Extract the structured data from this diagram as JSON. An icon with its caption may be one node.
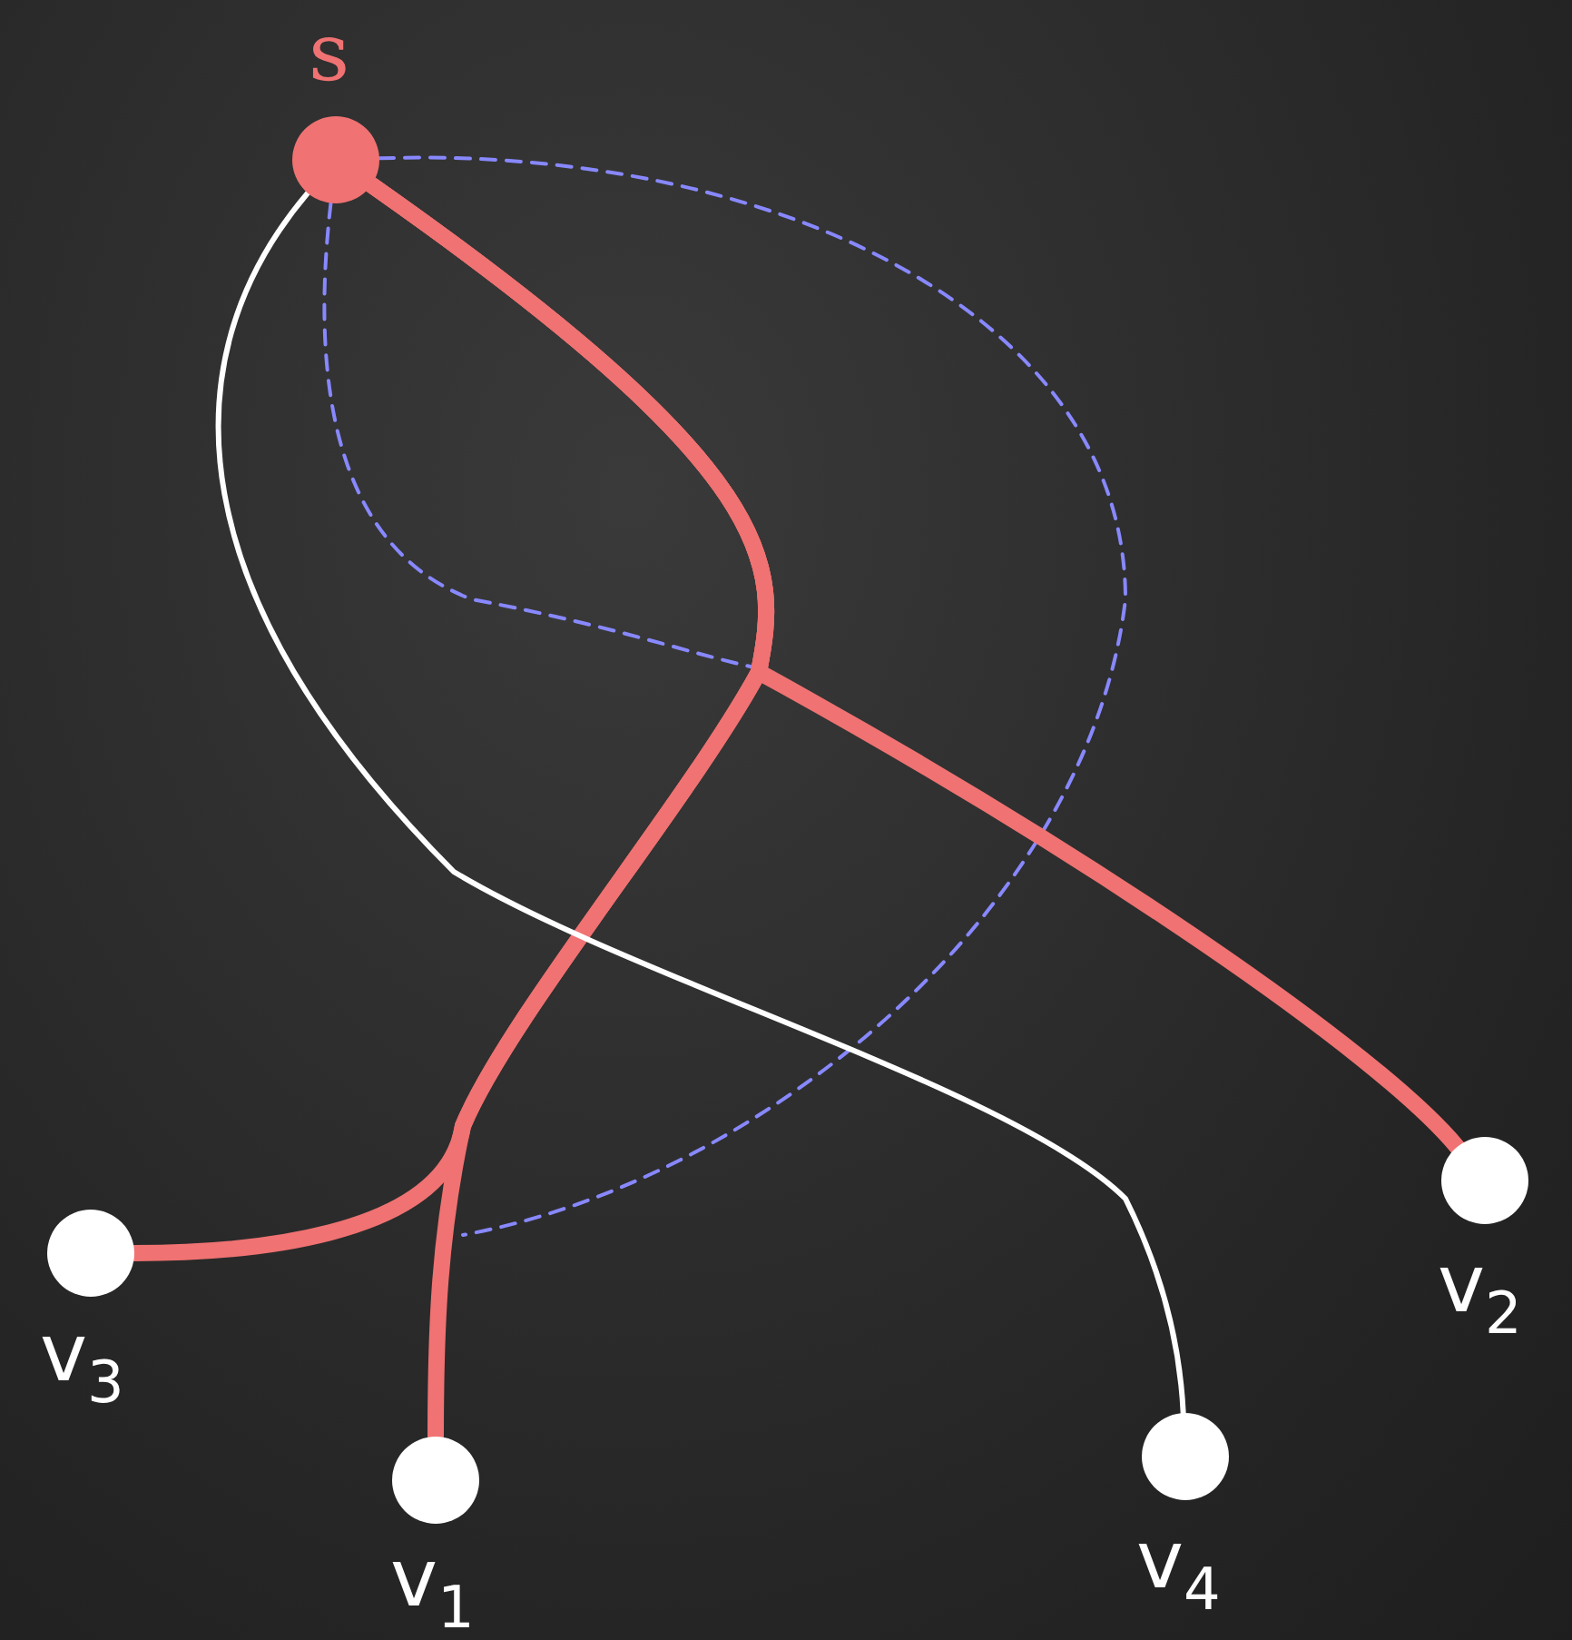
{
  "diagram": {
    "nodes": [
      {
        "text": [],
        "shape": "circle",
        "beside": [
          "s"
        ]
      },
      {
        "text": [],
        "shape": "circle",
        "beside": [
          "v$_{3}$"
        ]
      },
      {
        "text": [],
        "shape": "circle",
        "beside": [
          "v$_{1}$"
        ]
      },
      {
        "text": [],
        "shape": "circle",
        "beside": [
          "v$_{4}$"
        ]
      },
      {
        "text": [],
        "shape": "circle",
        "beside": [
          "v$_{2}$"
        ]
      }
    ],
    "edges": [
      {
        "from": 0,
        "to": 2,
        "arrow": "none",
        "style": "thick",
        "color": "#f07272"
      },
      {
        "from": 0,
        "to": 1,
        "arrow": "none",
        "style": "thick",
        "color": "#f07272"
      },
      {
        "from": 0,
        "to": 4,
        "arrow": "none",
        "style": "thick",
        "color": "#f07272"
      },
      {
        "from": 0,
        "to": 3,
        "arrow": "none",
        "color": "#ffffff"
      },
      {
        "from": 0,
        "to": null,
        "arrow": "none",
        "style": "dashed",
        "color": "#8888ff"
      },
      {
        "from": 0,
        "to": null,
        "arrow": "none",
        "style": "dashed",
        "color": "#8888ff"
      }
    ]
  }
}
